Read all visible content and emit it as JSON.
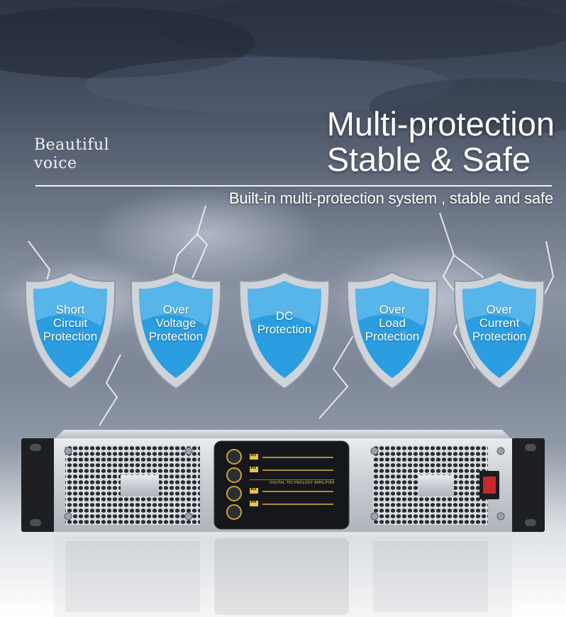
{
  "tagline": {
    "line1": "Beautiful",
    "line2": "voice"
  },
  "headline": {
    "line1": "Multi-protection",
    "line2": "Stable & Safe"
  },
  "subline": "Built-in multi-protection system , stable and safe",
  "shields": [
    {
      "label": "Short\nCircuit\nProtection"
    },
    {
      "label": "Over\nVoltage\nProtection"
    },
    {
      "label": "DC\nProtection"
    },
    {
      "label": "Over\nLoad\nProtection"
    },
    {
      "label": "Over\nCurrent\nProtection"
    }
  ],
  "amplifier": {
    "model_label": "DIGITAL TECHNOLOGY AMPLIFIER",
    "channels": [
      "CH1",
      "CH2",
      "CH3",
      "CH4"
    ]
  },
  "colors": {
    "shield_fill": "#2a9ee0",
    "shield_rim": "#c9ced6",
    "panel_gold": "#e6c24a",
    "power_switch": "#c8282a"
  }
}
